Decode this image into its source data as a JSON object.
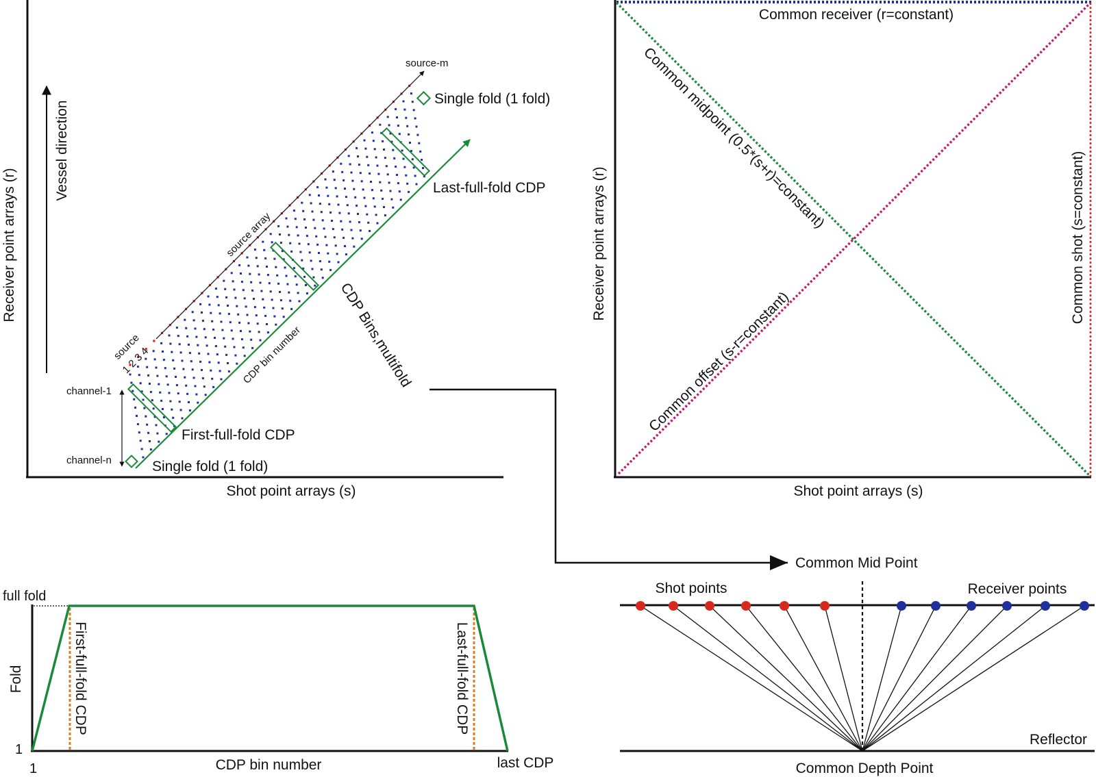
{
  "panel_a": {
    "y_axis_label": "Receiver point arrays (r)",
    "x_axis_label": "Shot point arrays (s)",
    "vessel_direction": "Vessel direction",
    "source_m": "source-m",
    "source_array": "source array",
    "source": "source",
    "source_numbers": "1 2 3 4",
    "channel_1": "channel-1",
    "channel_n": "channel-n",
    "single_fold_top": "Single fold (1 fold)",
    "single_fold_bottom": "Single fold (1 fold)",
    "last_full_fold": "Last-full-fold CDP",
    "first_full_fold": "First-full-fold CDP",
    "cdp_bins": "CDP Bins,multifold",
    "cdp_bin_number": "CDP bin number",
    "colors": {
      "source_dots": "#d62a1e",
      "receiver_dots": "#1f2f9c",
      "bins": "#1a8a3a",
      "cdp_axis": "#1a8a3a"
    }
  },
  "panel_b": {
    "y_axis_label": "Receiver point arrays (r)",
    "x_axis_label": "Shot point arrays (s)",
    "common_receiver": "Common receiver (r=constant)",
    "common_midpoint": "Common midpoint (0.5*(s+r)=constant)",
    "common_offset": "Common offset (s-r=constant)",
    "common_shot": "Common shot (s=constant)",
    "colors": {
      "common_receiver": "#1f2f9c",
      "common_midpoint": "#1a8a3a",
      "common_offset": "#c2187a",
      "common_shot": "#d62a1e"
    }
  },
  "panel_c": {
    "full_fold": "full fold",
    "y_axis_label": "Fold",
    "y_min": "1",
    "x_min": "1",
    "x_axis_label": "CDP bin number",
    "x_max": "last CDP",
    "first_full_fold": "First-full-fold CDP",
    "last_full_fold": "Last-full-fold CDP",
    "colors": {
      "fold_curve": "#1a8a3a",
      "markers": "#e07a1a"
    }
  },
  "panel_d": {
    "common_mid_point": "Common Mid Point",
    "shot_points": "Shot points",
    "receiver_points": "Receiver points",
    "reflector": "Reflector",
    "common_depth_point": "Common Depth Point",
    "shot_count": 6,
    "receiver_count": 6,
    "colors": {
      "shot": "#d62a1e",
      "receiver": "#1f2f9c"
    }
  }
}
